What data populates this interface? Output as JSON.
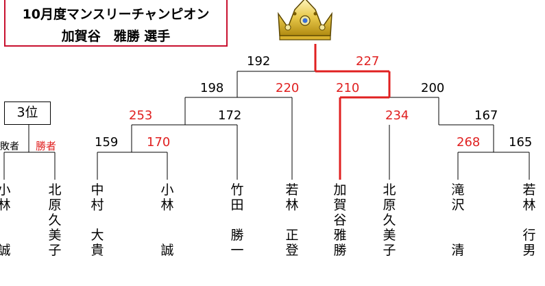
{
  "title": {
    "line1": "10月度マンスリーチャンピオン",
    "line2": "加賀谷　雅勝 選手"
  },
  "crown_icon": "crown-icon",
  "colors": {
    "winner": "#e02020",
    "box_border": "#c8102e",
    "line": "#000000"
  },
  "third_place": {
    "label": "3位",
    "loser_label": "敗者",
    "winner_label": "勝者"
  },
  "scores": {
    "final_left": "192",
    "final_right": "227",
    "semi_left_left": "198",
    "semi_left_right": "220",
    "semi_right_left": "210",
    "semi_right_right": "200",
    "qf1_left": "253",
    "qf1_right": "172",
    "qf2_left": "234",
    "qf2_right": "167",
    "r1a_left": "159",
    "r1a_right": "170",
    "r1b_left": "268",
    "r1b_right": "165"
  },
  "players": [
    {
      "chars": [
        "小",
        "林",
        "",
        "",
        "誠"
      ]
    },
    {
      "chars": [
        "北",
        "原",
        "久",
        "美",
        "子"
      ]
    },
    {
      "chars": [
        "中",
        "村",
        "",
        "大",
        "貴"
      ]
    },
    {
      "chars": [
        "小",
        "林",
        "",
        "",
        "誠"
      ]
    },
    {
      "chars": [
        "竹",
        "田",
        "",
        "勝",
        "一"
      ]
    },
    {
      "chars": [
        "若",
        "林",
        "",
        "正",
        "登"
      ]
    },
    {
      "chars": [
        "加",
        "賀",
        "谷",
        "雅",
        "勝"
      ]
    },
    {
      "chars": [
        "北",
        "原",
        "久",
        "美",
        "子"
      ]
    },
    {
      "chars": [
        "滝",
        "沢",
        "",
        "",
        "清"
      ]
    },
    {
      "chars": [
        "若",
        "林",
        "",
        "行",
        "男"
      ]
    }
  ]
}
